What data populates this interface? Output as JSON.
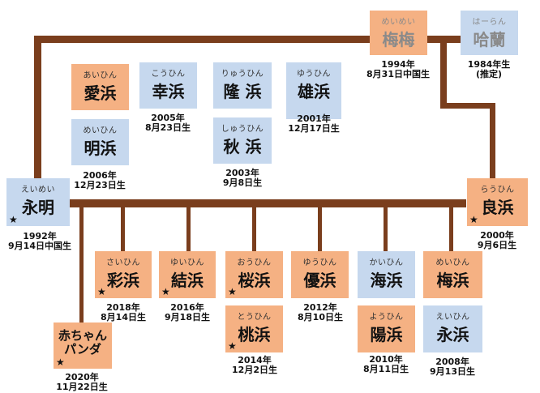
{
  "bg_colors": {
    "orange": "#f5b183",
    "blue": "#c6d8ee",
    "line": "#7a3e1d"
  },
  "parents": {
    "meimei": {
      "ruby": "めいめい",
      "name": "梅梅",
      "born": "1994年",
      "date": "8月31日中国生",
      "star": ""
    },
    "hairan": {
      "ruby": "はーらん",
      "name": "哈蘭",
      "born": "1984年生",
      "date": "(推定)",
      "star": ""
    },
    "eimei": {
      "ruby": "えいめい",
      "name": "永明",
      "born": "1992年",
      "date": "9月14日中国生",
      "star": "★"
    },
    "rauhin": {
      "ruby": "らうひん",
      "name": "良浜",
      "born": "2000年",
      "date": "9月6日生",
      "star": "★"
    }
  },
  "gen1": {
    "aihin": {
      "ruby": "あいひん",
      "name": "愛浜"
    },
    "meihin": {
      "ruby": "めいひん",
      "name": "明浜",
      "born": "2006年",
      "date": "12月23日生"
    },
    "kouhin": {
      "ruby": "こうひん",
      "name": "幸浜",
      "born": "2005年",
      "date": "8月23日生"
    },
    "ryuhin": {
      "ruby": "りゅうひん",
      "name": "隆 浜"
    },
    "shuhin": {
      "ruby": "しゅうひん",
      "name": "秋 浜",
      "born": "2003年",
      "date": "9月8日生"
    },
    "yuhin": {
      "ruby": "ゆうひん",
      "name": "雄浜",
      "born": "2001年",
      "date": "12月17日生"
    }
  },
  "gen2": {
    "saihin": {
      "ruby": "さいひん",
      "name": "彩浜",
      "born": "2018年",
      "date": "8月14日生",
      "star": "★"
    },
    "yuihin": {
      "ruby": "ゆいひん",
      "name": "結浜",
      "born": "2016年",
      "date": "9月18日生",
      "star": "★"
    },
    "ouhin": {
      "ruby": "おうひん",
      "name": "桜浜",
      "star": "★"
    },
    "touhin": {
      "ruby": "とうひん",
      "name": "桃浜",
      "born": "2014年",
      "date": "12月2日生",
      "star": "★"
    },
    "yuhin2": {
      "ruby": "ゆうひん",
      "name": "優浜",
      "born": "2012年",
      "date": "8月10日生"
    },
    "kaihin": {
      "ruby": "かいひん",
      "name": "海浜"
    },
    "youhin": {
      "ruby": "ようひん",
      "name": "陽浜",
      "born": "2010年",
      "date": "8月11日生"
    },
    "meihin2": {
      "ruby": "めいひん",
      "name": "梅浜"
    },
    "eihin": {
      "ruby": "えいひん",
      "name": "永浜",
      "born": "2008年",
      "date": "9月13日生"
    },
    "panda": {
      "line1": "赤ちゃん",
      "line2": "パンダ",
      "born": "2020年",
      "date": "11月22日生",
      "star": "★"
    }
  }
}
